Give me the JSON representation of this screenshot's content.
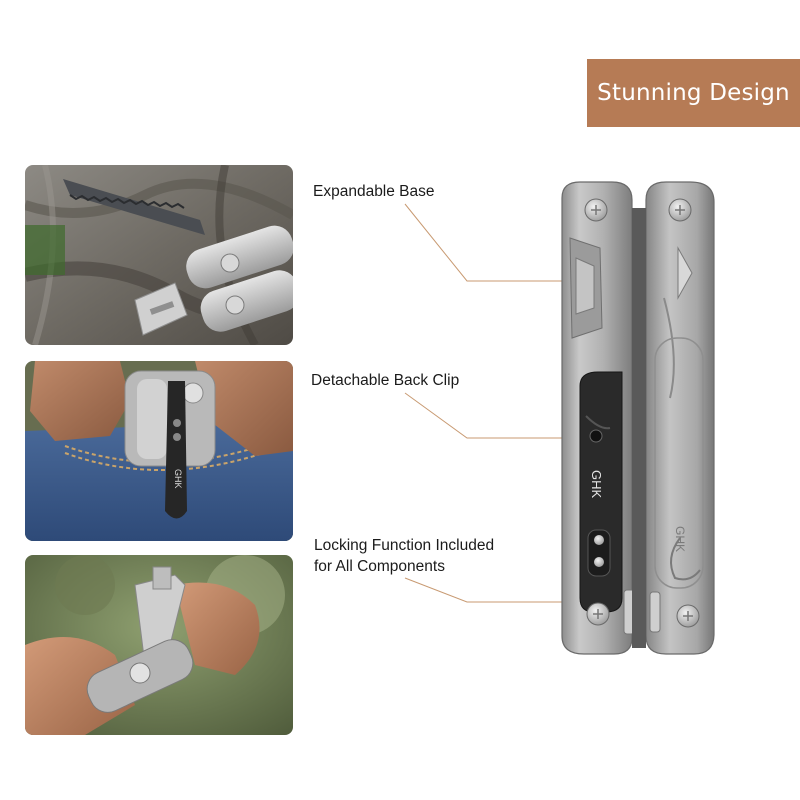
{
  "banner": {
    "text": "Stunning Design",
    "color": "#b67b55"
  },
  "features": [
    {
      "label": "Expandable Base"
    },
    {
      "label": "Detachable Back Clip"
    },
    {
      "label_line1": "Locking Function Included",
      "label_line2": "for All Components"
    }
  ],
  "tool": {
    "brand_left": "GHK",
    "brand_right": "GHK"
  },
  "photos": [
    {
      "subject": "saw-blade-tool-on-tree-bark"
    },
    {
      "subject": "tool-clipped-in-jeans-pocket"
    },
    {
      "subject": "hand-opening-tool-outdoors"
    }
  ],
  "colors": {
    "callout_line": "#c89a72",
    "steel": "#a9a9a9",
    "clip": "#2a2a2a"
  }
}
